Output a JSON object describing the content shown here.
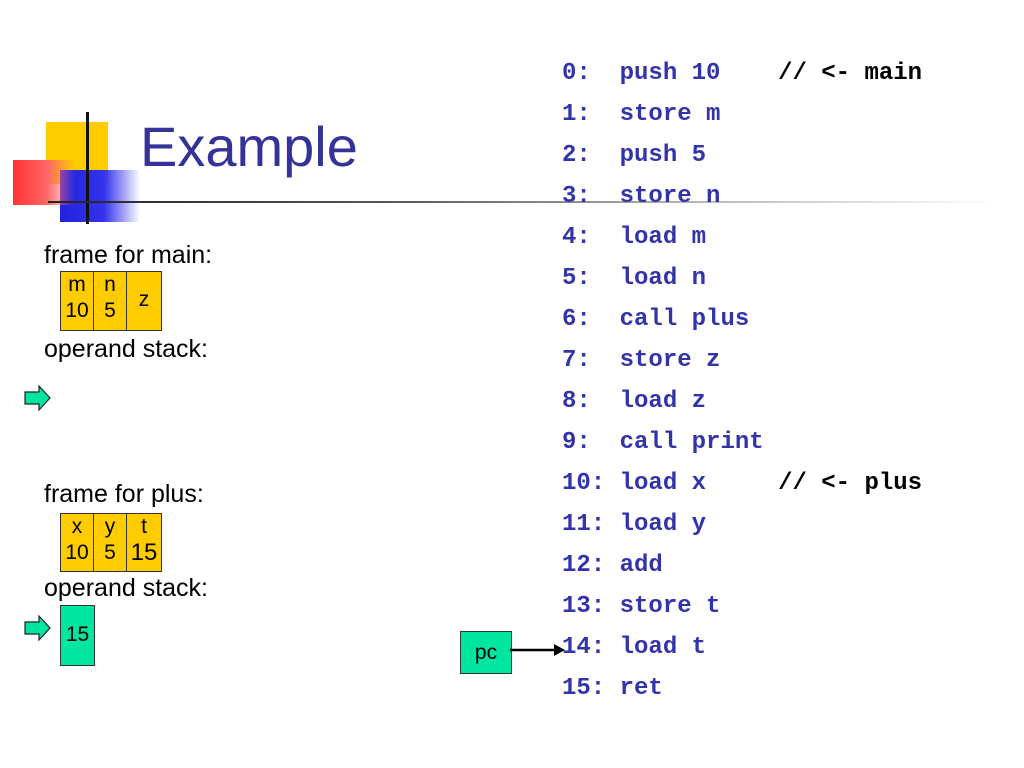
{
  "slide": {
    "title": "Example",
    "main_frame": {
      "label": "frame for main:",
      "cells": [
        {
          "name": "m",
          "value": "10"
        },
        {
          "name": "n",
          "value": "5"
        },
        {
          "name": "z",
          "value": ""
        }
      ],
      "operand_label": "operand stack:",
      "operand_stack": []
    },
    "plus_frame": {
      "label": "frame for plus:",
      "cells": [
        {
          "name": "x",
          "value": "10"
        },
        {
          "name": "y",
          "value": "5"
        },
        {
          "name": "t",
          "value": "15"
        }
      ],
      "operand_label": "operand stack:",
      "operand_stack": [
        "15"
      ]
    },
    "code": [
      {
        "num": "0:",
        "instr": "push 10",
        "comment": "// <- main"
      },
      {
        "num": "1:",
        "instr": "store m",
        "comment": ""
      },
      {
        "num": "2:",
        "instr": "push 5",
        "comment": ""
      },
      {
        "num": "3:",
        "instr": "store n",
        "comment": ""
      },
      {
        "num": "4:",
        "instr": "load m",
        "comment": ""
      },
      {
        "num": "5:",
        "instr": "load n",
        "comment": ""
      },
      {
        "num": "6:",
        "instr": "call plus",
        "comment": ""
      },
      {
        "num": "7:",
        "instr": "store z",
        "comment": ""
      },
      {
        "num": "8:",
        "instr": "load z",
        "comment": ""
      },
      {
        "num": "9:",
        "instr": "call print",
        "comment": ""
      },
      {
        "num": "10:",
        "instr": "load x",
        "comment": "// <- plus"
      },
      {
        "num": "11:",
        "instr": "load y",
        "comment": ""
      },
      {
        "num": "12:",
        "instr": "add",
        "comment": ""
      },
      {
        "num": "13:",
        "instr": "store t",
        "comment": ""
      },
      {
        "num": "14:",
        "instr": "load t",
        "comment": ""
      },
      {
        "num": "15:",
        "instr": "ret",
        "comment": ""
      }
    ],
    "pc_label": "pc",
    "pc_line": 14,
    "colors": {
      "title": "#333399",
      "code": "#3333aa",
      "frame_cell": "#ffcc00",
      "stack_cell": "#00e5a0",
      "arrow": "#00e5a0"
    }
  }
}
